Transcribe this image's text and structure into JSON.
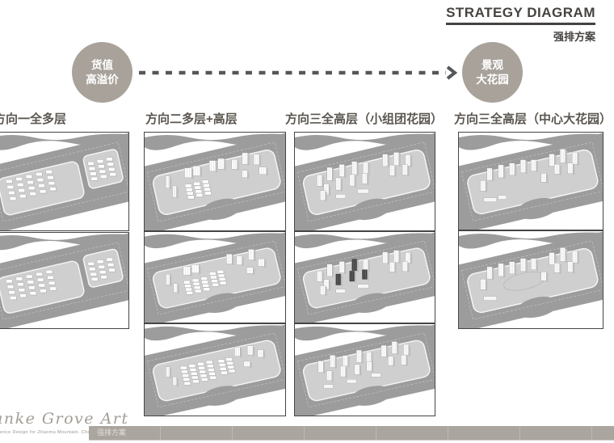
{
  "header": {
    "title": "STRATEGY DIAGRAM",
    "subtitle": "强排方案"
  },
  "flow": {
    "left_bubble": {
      "line1": "货值",
      "line2": "高溢价"
    },
    "right_bubble": {
      "line1": "景观",
      "line2": "大花园"
    }
  },
  "columns": [
    {
      "label": "方向一全多层",
      "cells": [
        {
          "variant": "low1"
        },
        {
          "variant": "low2"
        }
      ]
    },
    {
      "label": "方向二多层+高层",
      "cells": [
        {
          "variant": "mix1"
        },
        {
          "variant": "mix2"
        },
        {
          "variant": "mix3"
        }
      ]
    },
    {
      "label": "方向三全高层（小组团花园）",
      "cells": [
        {
          "variant": "towers1"
        },
        {
          "variant": "towers2"
        },
        {
          "variant": "towers3"
        }
      ]
    },
    {
      "label": "方向三全高层（中心大花园）",
      "cells": [
        {
          "variant": "garden1"
        },
        {
          "variant": "garden2"
        }
      ]
    }
  ],
  "footer": {
    "logo_text": "anke Grove Art",
    "logo_subtext": "ence Design for Zhaomu Mountain. Chongqing",
    "bar_label": "强排方案"
  },
  "colors": {
    "bubble": "#a8a29b",
    "arrow": "#57575a",
    "header_text": "#5b5650",
    "title_text": "#454240",
    "frame": "#454545",
    "bar": "#aaa59f",
    "bar_text": "#e3e0db",
    "site": "#9c9c9c",
    "plate": "#cfcfcf",
    "logo": "#a39d95"
  }
}
